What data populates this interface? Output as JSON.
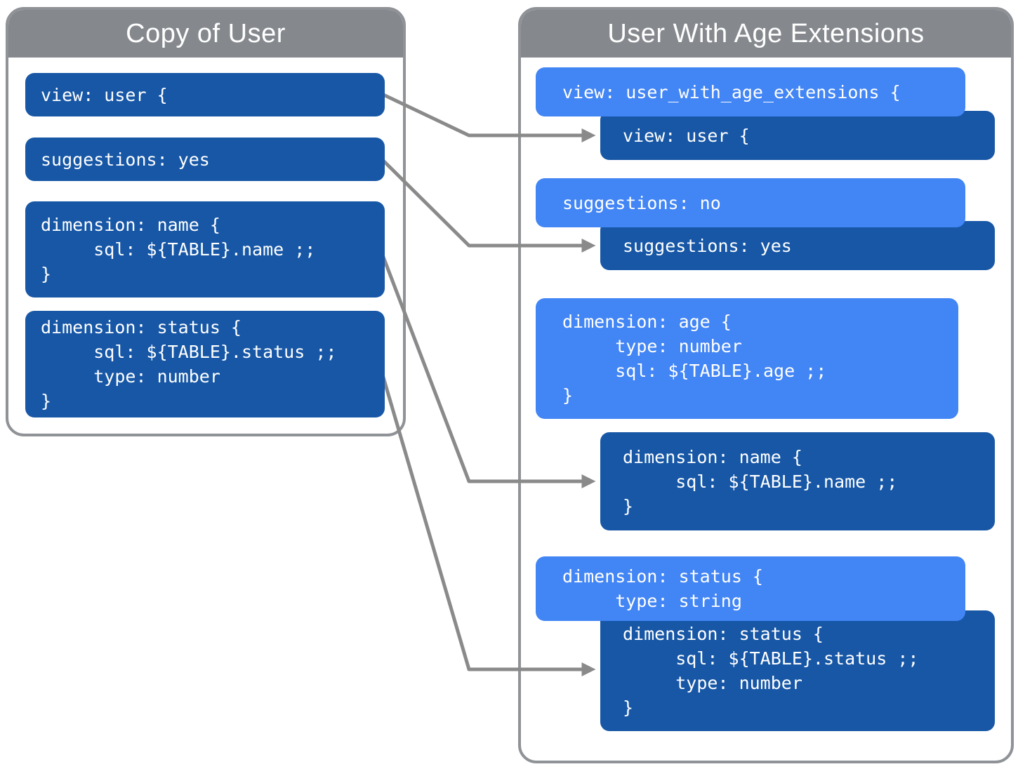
{
  "colors": {
    "dark_blue": "#1757a6",
    "light_blue": "#4285f4",
    "header_gray": "#85898e",
    "panel_border_gray": "#8f9296",
    "arrow_gray": "#8a8a8a",
    "code_text": "#ffffff"
  },
  "left_panel": {
    "title": "Copy of User",
    "blocks": [
      {
        "style": "dark",
        "lines": [
          "view: user {"
        ]
      },
      {
        "style": "dark",
        "lines": [
          "suggestions: yes"
        ]
      },
      {
        "style": "dark",
        "lines": [
          "dimension: name {",
          "     sql: ${TABLE}.name ;;",
          "}"
        ]
      },
      {
        "style": "dark",
        "lines": [
          "dimension: status {",
          "     sql: ${TABLE}.status ;;",
          "     type: number",
          "}"
        ]
      }
    ]
  },
  "right_panel": {
    "title": "User With Age Extensions",
    "blocks": [
      {
        "style": "light",
        "lines": [
          "view: user_with_age_extensions {"
        ]
      },
      {
        "style": "dark",
        "lines": [
          "view: user {"
        ]
      },
      {
        "style": "light",
        "lines": [
          "suggestions: no"
        ]
      },
      {
        "style": "dark",
        "lines": [
          "suggestions: yes"
        ]
      },
      {
        "style": "light",
        "lines": [
          "dimension: age {",
          "     type: number",
          "     sql: ${TABLE}.age ;;",
          "}"
        ]
      },
      {
        "style": "dark",
        "lines": [
          "dimension: name {",
          "     sql: ${TABLE}.name ;;",
          "}"
        ]
      },
      {
        "style": "light",
        "lines": [
          "dimension: status {",
          "     type: string"
        ]
      },
      {
        "style": "dark",
        "lines": [
          "dimension: status {",
          "     sql: ${TABLE}.status ;;",
          "     type: number",
          "}"
        ]
      }
    ]
  }
}
